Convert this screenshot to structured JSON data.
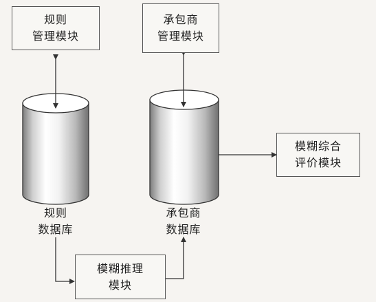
{
  "nodes": {
    "rule_module": {
      "lines": [
        "规则",
        "管理模块"
      ]
    },
    "contractor_module": {
      "lines": [
        "承包商",
        "管理模块"
      ]
    },
    "fuzzy_eval_module": {
      "lines": [
        "模糊综合",
        "评价模块"
      ]
    },
    "fuzzy_reasoning_module": {
      "lines": [
        "模糊推理",
        "模块"
      ]
    },
    "rule_db": {
      "lines": [
        "规则",
        "数据库"
      ]
    },
    "contractor_db": {
      "lines": [
        "承包商",
        "数据库"
      ]
    }
  }
}
